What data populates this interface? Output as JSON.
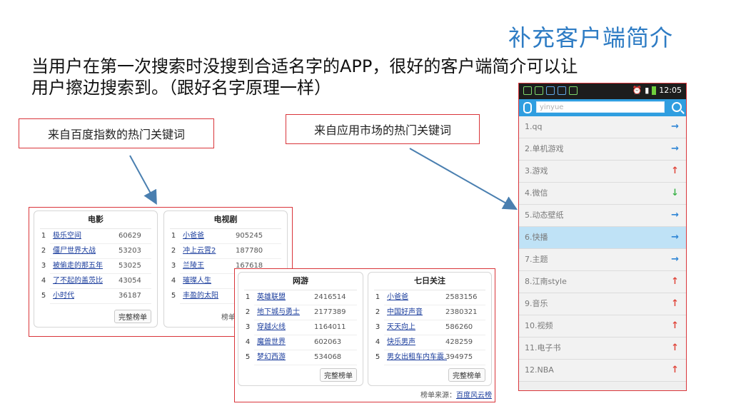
{
  "slide": {
    "title": "补充客户端简介",
    "intro_line1": "当用户在第一次搜索时没搜到合适名字的APP，很好的客户端简介可以让",
    "intro_line2": "用户擦边搜索到。（跟好名字原理一样）",
    "callout_baidu": "来自百度指数的热门关键词",
    "callout_market": "来自应用市场的热门关键词"
  },
  "colors": {
    "accent_red": "#d9353a",
    "title_blue": "#2e7cc4",
    "search_blue": "#2f9ee0",
    "selected_row": "#bfe2f6",
    "trend_up": "#e0473c",
    "trend_down": "#3db34a",
    "trend_flat": "#2f86d6"
  },
  "board1": {
    "movie": {
      "title": "电影",
      "rows": [
        {
          "rank": "1",
          "name": "极乐空间",
          "value": "60629"
        },
        {
          "rank": "2",
          "name": "僵尸世界大战",
          "value": "53203"
        },
        {
          "rank": "3",
          "name": "被偷走的那五年",
          "value": "53025"
        },
        {
          "rank": "4",
          "name": "了不起的盖茨比",
          "value": "43054"
        },
        {
          "rank": "5",
          "name": "小时代",
          "value": "36187"
        }
      ],
      "full_label": "完整榜单"
    },
    "tv": {
      "title": "电视剧",
      "rows": [
        {
          "rank": "1",
          "name": "小爸爸",
          "value": "905245"
        },
        {
          "rank": "2",
          "name": "冲上云霄2",
          "value": "187780"
        },
        {
          "rank": "3",
          "name": "兰陵王",
          "value": "167618"
        },
        {
          "rank": "4",
          "name": "璀璨人生",
          "value": ""
        },
        {
          "rank": "5",
          "name": "丰盈的太阳",
          "value": ""
        }
      ]
    },
    "source_partial": "榜单"
  },
  "board2": {
    "game": {
      "title": "网游",
      "rows": [
        {
          "rank": "1",
          "name": "英雄联盟",
          "value": "2416514"
        },
        {
          "rank": "2",
          "name": "地下城与勇士",
          "value": "2177389"
        },
        {
          "rank": "3",
          "name": "穿越火线",
          "value": "1164011"
        },
        {
          "rank": "4",
          "name": "魔兽世界",
          "value": "602063"
        },
        {
          "rank": "5",
          "name": "梦幻西游",
          "value": "534068"
        }
      ],
      "full_label": "完整榜单"
    },
    "week": {
      "title": "七日关注",
      "rows": [
        {
          "rank": "1",
          "name": "小爸爸",
          "value": "2583156"
        },
        {
          "rank": "2",
          "name": "中国好声音",
          "value": "2380321"
        },
        {
          "rank": "3",
          "name": "天天向上",
          "value": "586260"
        },
        {
          "rank": "4",
          "name": "快乐男声",
          "value": "428259"
        },
        {
          "rank": "5",
          "name": "男女出租车内车震...",
          "value": "394975"
        }
      ],
      "full_label": "完整榜单"
    },
    "source_label": "榜单来源：",
    "source_link": "百度风云榜"
  },
  "phone": {
    "time": "12:05",
    "search_placeholder": "yinyue",
    "keywords": [
      {
        "label": "1.qq",
        "trend": "→",
        "trend_color": "#2f86d6",
        "selected": false
      },
      {
        "label": "2.单机游戏",
        "trend": "→",
        "trend_color": "#2f86d6",
        "selected": false
      },
      {
        "label": "3.游戏",
        "trend": "↑",
        "trend_color": "#e0473c",
        "selected": false
      },
      {
        "label": "4.微信",
        "trend": "↓",
        "trend_color": "#3db34a",
        "selected": false
      },
      {
        "label": "5.动态壁纸",
        "trend": "→",
        "trend_color": "#2f86d6",
        "selected": false
      },
      {
        "label": "6.快播",
        "trend": "→",
        "trend_color": "#2f86d6",
        "selected": true
      },
      {
        "label": "7.主题",
        "trend": "→",
        "trend_color": "#2f86d6",
        "selected": false
      },
      {
        "label": "8.江南style",
        "trend": "↑",
        "trend_color": "#e0473c",
        "selected": false
      },
      {
        "label": "9.音乐",
        "trend": "↑",
        "trend_color": "#e0473c",
        "selected": false
      },
      {
        "label": "10.视频",
        "trend": "↑",
        "trend_color": "#e0473c",
        "selected": false
      },
      {
        "label": "11.电子书",
        "trend": "↑",
        "trend_color": "#e0473c",
        "selected": false
      },
      {
        "label": "12.NBA",
        "trend": "↑",
        "trend_color": "#e0473c",
        "selected": false
      }
    ]
  }
}
